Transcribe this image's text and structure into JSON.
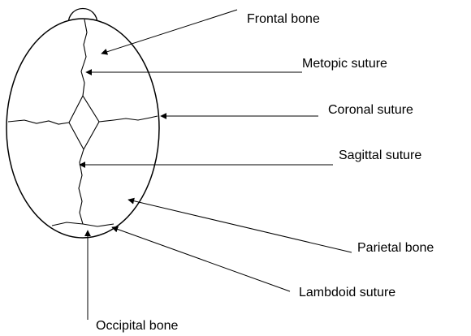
{
  "labels": {
    "frontal_bone": "Frontal bone",
    "metopic_suture": "Metopic suture",
    "coronal_suture": "Coronal suture",
    "sagittal_suture": "Sagittal suture",
    "parietal_bone": "Parietal bone",
    "lambdoid_suture": "Lambdoid suture",
    "occipital_bone": "Occipital bone"
  },
  "colors": {
    "line": "#000000",
    "background": "#ffffff"
  }
}
